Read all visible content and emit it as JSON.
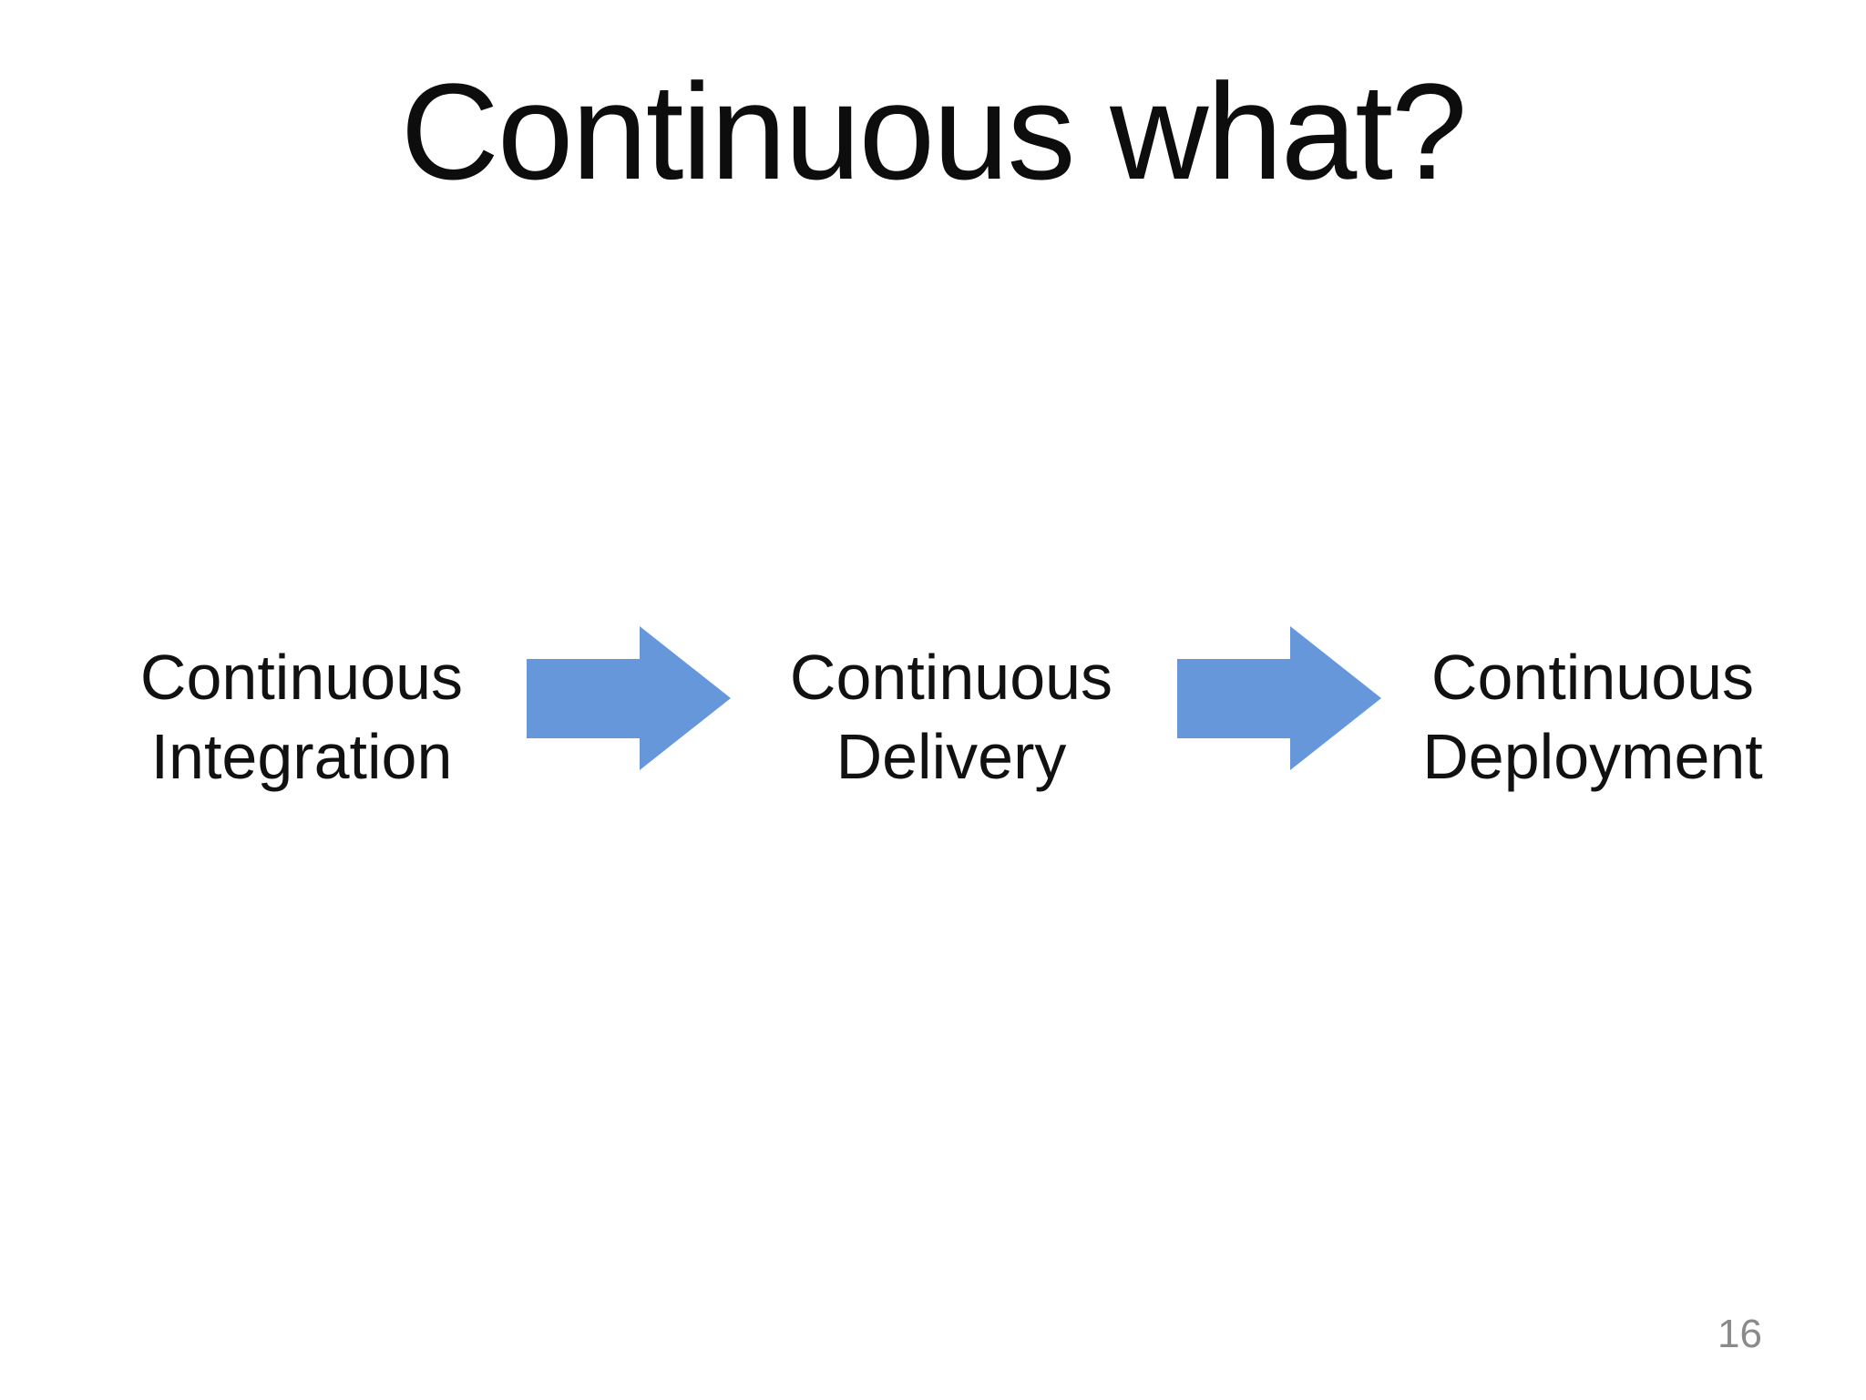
{
  "slide": {
    "title": "Continuous what?",
    "page_number": "16",
    "accent_color": "#6697DB",
    "background_color": "#ffffff",
    "text_color": "#111111",
    "page_number_color": "#8a8a8a"
  },
  "steps": [
    {
      "line1": "Continuous",
      "line2": "Integration"
    },
    {
      "line1": "Continuous",
      "line2": "Delivery"
    },
    {
      "line1": "Continuous",
      "line2": "Deployment"
    }
  ],
  "icons": [
    {
      "name": "right-arrow-icon",
      "meaning": "flows to next stage"
    },
    {
      "name": "right-arrow-icon",
      "meaning": "flows to next stage"
    }
  ]
}
